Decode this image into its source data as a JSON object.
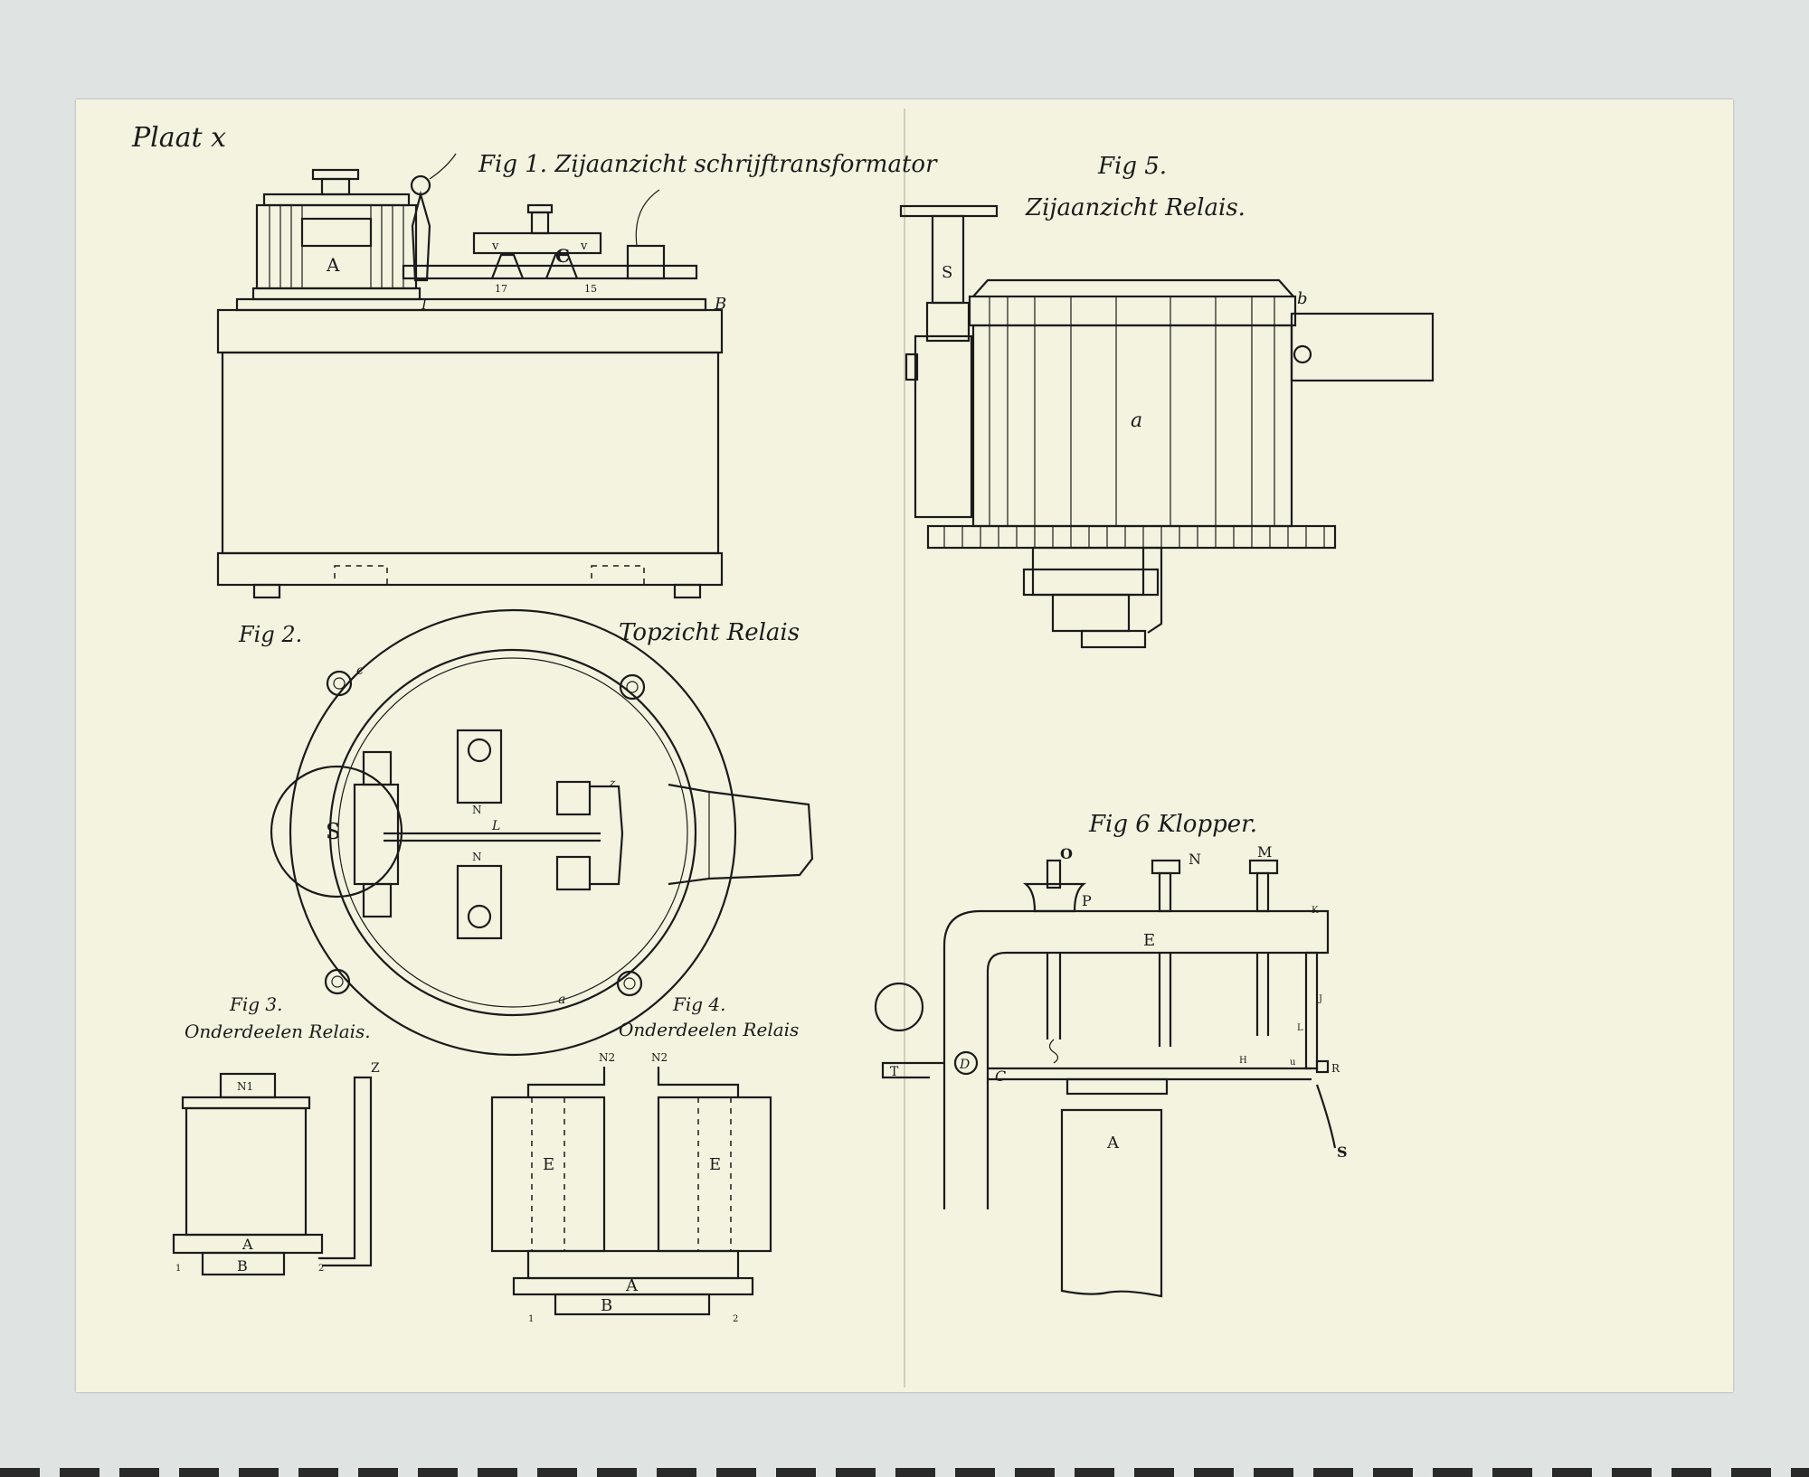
{
  "plate": {
    "title": "Plaat x"
  },
  "fig1": {
    "caption": "Fig 1. Zijaanzicht schrijftransformator",
    "labels": {
      "A": "A",
      "B": "B",
      "C": "C",
      "I": "I",
      "v1": "v",
      "v2": "v",
      "n17": "17",
      "n15": "15"
    }
  },
  "fig2": {
    "caption": "Fig 2.",
    "subtitle": "Topzicht Relais",
    "labels": {
      "S": "S",
      "N1": "N",
      "N2": "N",
      "L": "L",
      "c": "c",
      "z": "z",
      "a": "a"
    }
  },
  "fig3": {
    "caption": "Fig 3.",
    "subtitle": "Onderdeelen Relais.",
    "labels": {
      "N1": "N1",
      "Z": "Z",
      "A": "A",
      "B": "B",
      "one": "1",
      "two": "2"
    }
  },
  "fig4": {
    "caption": "Fig 4.",
    "subtitle": "Onderdeelen Relais",
    "labels": {
      "N2a": "N2",
      "N2b": "N2",
      "E1": "E",
      "E2": "E",
      "A": "A",
      "B": "B",
      "one": "1",
      "two": "2"
    }
  },
  "fig5": {
    "caption": "Fig 5.",
    "subtitle": "Zijaanzicht Relais.",
    "labels": {
      "S": "S",
      "a": "a",
      "b": "b"
    }
  },
  "fig6": {
    "caption": "Fig 6 Klopper.",
    "labels": {
      "O": "O",
      "N": "N",
      "M": "M",
      "P": "P",
      "E": "E",
      "K": "K",
      "J": "J",
      "L": "L",
      "T": "T",
      "D": "D",
      "C": "C",
      "H": "H",
      "u": "u",
      "R": "R",
      "S": "S",
      "A": "A"
    }
  }
}
